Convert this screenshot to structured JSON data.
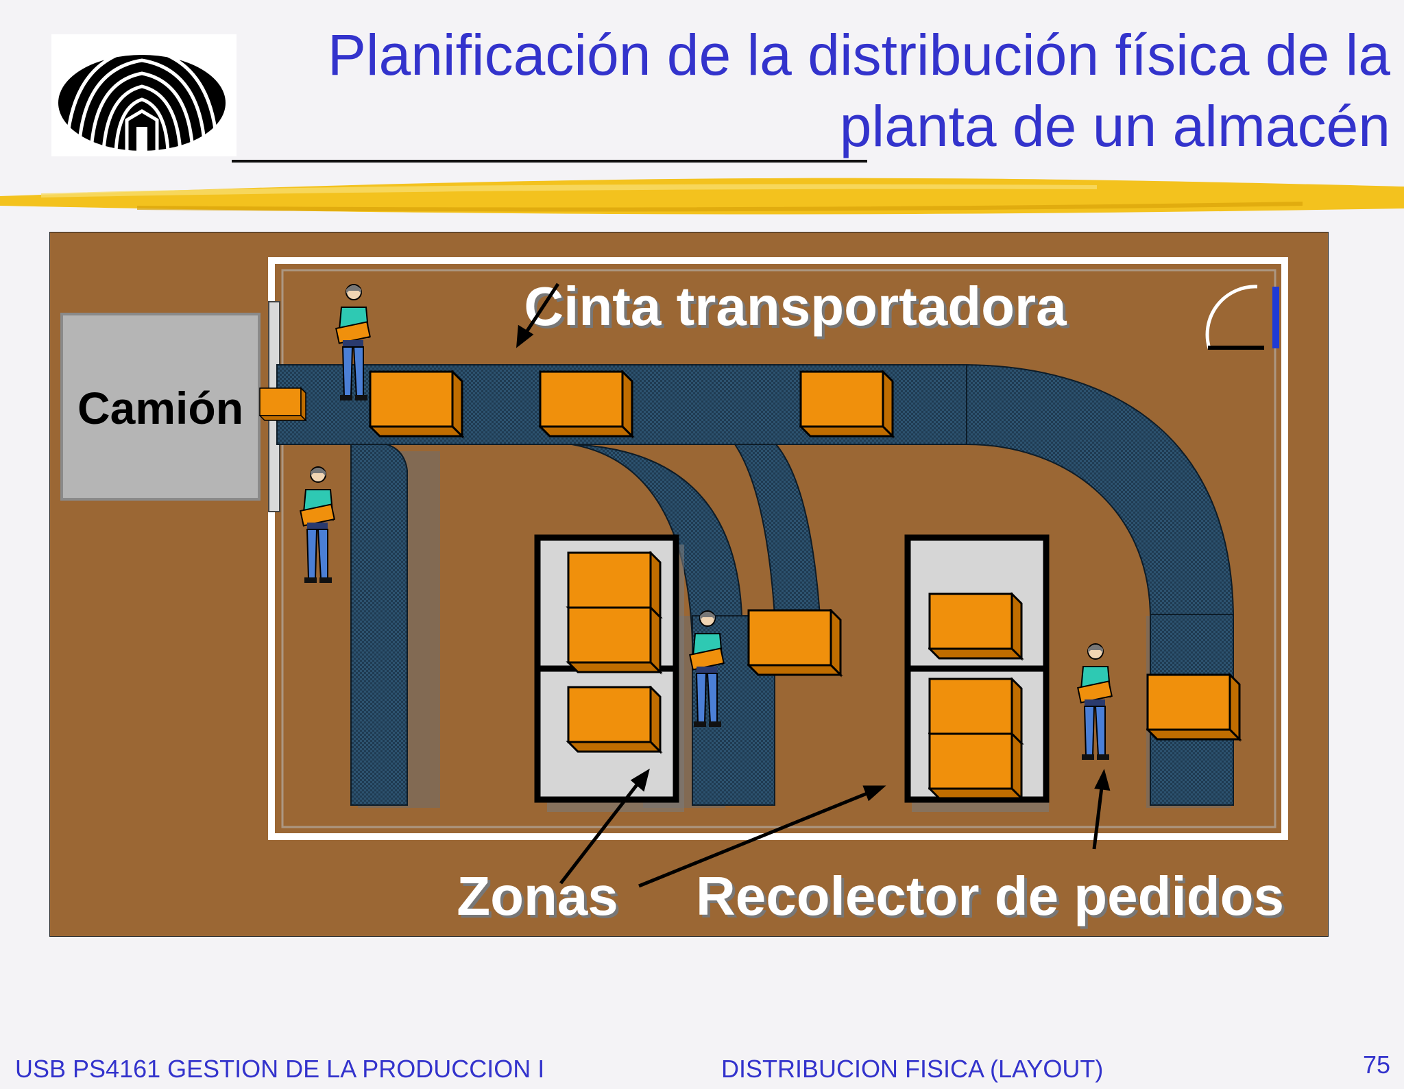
{
  "slide": {
    "title_line1": "Planificación de la distribución física de la",
    "title_line2": "planta de un almacén",
    "page_number": "75"
  },
  "diagram": {
    "truck_label": "Camión",
    "conveyor_label": "Cinta transportadora",
    "zones_label": "Zonas",
    "order_picker_label": "Recolector de pedidos"
  },
  "footer": {
    "left_text": "USB PS4161  GESTION DE LA PRODUCCION I",
    "center_text": "DISTRIBUCION FISICA (LAYOUT)"
  },
  "colors": {
    "title": "#3333cc",
    "floor": "#9b6734",
    "conveyor": "#1f3b52",
    "box": "#f0900c",
    "truck": "#b5b5b5",
    "zone_fill": "#d6d6d6",
    "worker_shirt": "#2ec9b3",
    "worker_pants": "#4b7fd6",
    "highlight_brush": "#f3c21e"
  }
}
